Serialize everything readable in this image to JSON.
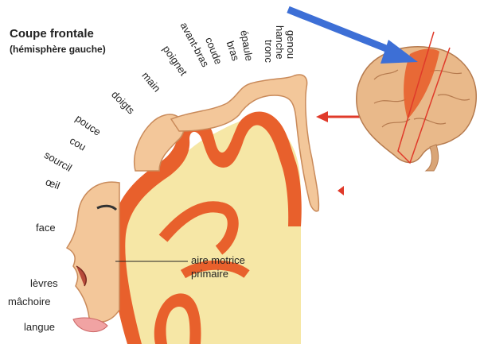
{
  "figure": {
    "title": "Coupe frontale",
    "subtitle": "(hémisphère gauche)"
  },
  "homunculus_labels": {
    "genou": "genou",
    "hanche": "hanche",
    "tronc": "tronc",
    "epaule": "épaule",
    "bras": "bras",
    "coude": "coude",
    "avant_bras": "avant-bras",
    "poignet": "poignet",
    "main": "main",
    "doigts": "doigts",
    "pouce": "pouce",
    "cou": "cou",
    "sourcil": "sourcil",
    "oeil": "œil",
    "face": "face",
    "levres": "lèvres",
    "machoire": "mâchoire",
    "langue": "langue"
  },
  "annotation": {
    "line1": "aire motrice",
    "line2": "primaire"
  },
  "colors": {
    "cortex": "#e8602c",
    "white_matter": "#f6e7a6",
    "skin": "#f3c79a",
    "brain": "#e9b98a",
    "blue_arrow": "#3d6fd6",
    "red_arrow": "#e03a2a"
  },
  "icons": {
    "brain_illustration": "brain-illustration",
    "pointer_arrow": "blue-arrow"
  }
}
